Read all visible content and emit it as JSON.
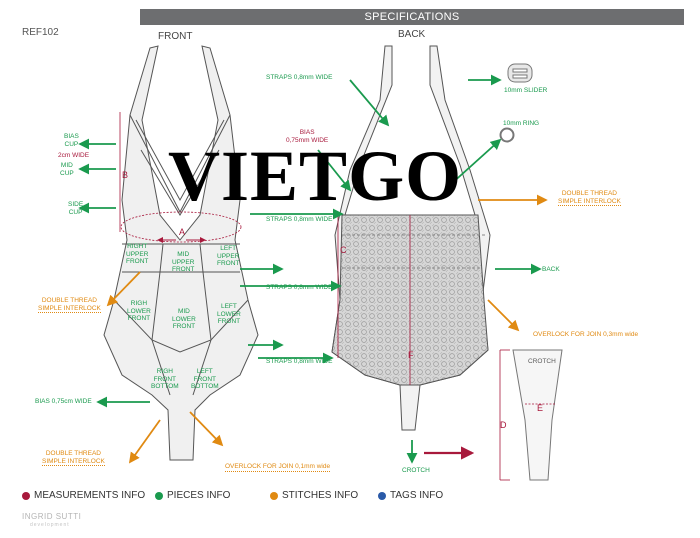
{
  "header": {
    "title": "SPECIFICATIONS",
    "ref": "REF102"
  },
  "views": {
    "front": "FRONT",
    "back": "BACK"
  },
  "watermark": "VIETGO",
  "front_labels": {
    "bias_cup": "BIAS\nCUP",
    "bias_width": "2cm WIDE",
    "mid_cup": "MID\nCUP",
    "side_cup": "SIDE\nCUP",
    "measure_a": "A",
    "measure_b": "B",
    "right_upper_front": "RIGHT\nUPPER\nFRONT",
    "mid_upper_front": "MID\nUPPER\nFRONT",
    "left_upper_front": "LEFT\nUPPER\nFRONT",
    "righ_lower_front": "RIGH\nLOWER\nFRONT",
    "mid_lower_front": "MID\nLOWER\nFRONT",
    "left_lower_front": "LEFT\nLOWER\nFRONT",
    "righ_front_bottom": "RIGH\nFRONT\nBOTTOM",
    "left_front_bottom": "LEFT\nFRONT\nBOTTOM",
    "double_thread_1": "DOUBLE THREAD\nSIMPLE INTERLOCK",
    "bias_075": "BIAS 0,75cm WIDE",
    "double_thread_2": "DOUBLE THREAD\nSIMPLE INTERLOCK",
    "overlock_front": "OVERLOCK FOR JOIN 0,1mm wide"
  },
  "middle_labels": {
    "straps_top": "STRAPS 0,8mm WIDE",
    "bias_mid": "BIAS\n0,75mm WIDE",
    "straps_2": "STRAPS 0,8mm WIDE",
    "straps_3": "STRAPS 0,8mm WIDE",
    "straps_4": "STRAPS 0,8mm WIDE"
  },
  "back_labels": {
    "slider": "10mm SLIDER",
    "ring": "10mm RING",
    "double_thread_back": "DOUBLE THREAD\nSIMPLE INTERLOCK",
    "back": "BACK",
    "overlock_back": "OVERLOCK FOR JOIN 0,3mm wide",
    "crotch_top": "CROTCH",
    "crotch_bottom": "CROTCH",
    "measure_c": "C",
    "measure_d": "D",
    "measure_e": "E",
    "measure_f": "F"
  },
  "legend": [
    {
      "label": "MEASUREMENTS INFO",
      "color": "#a8193c"
    },
    {
      "label": "PIECES INFO",
      "color": "#1a9a4e"
    },
    {
      "label": "STITCHES INFO",
      "color": "#e08a12"
    },
    {
      "label": "TAGS INFO",
      "color": "#2a5aa8"
    }
  ],
  "logo": {
    "name": "INGRID SUTTI",
    "sub": "development"
  },
  "colors": {
    "pieces": "#1a9a4e",
    "measurements": "#a8193c",
    "stitches": "#e08a12",
    "tags": "#2a5aa8",
    "header": "#6d6e70"
  }
}
